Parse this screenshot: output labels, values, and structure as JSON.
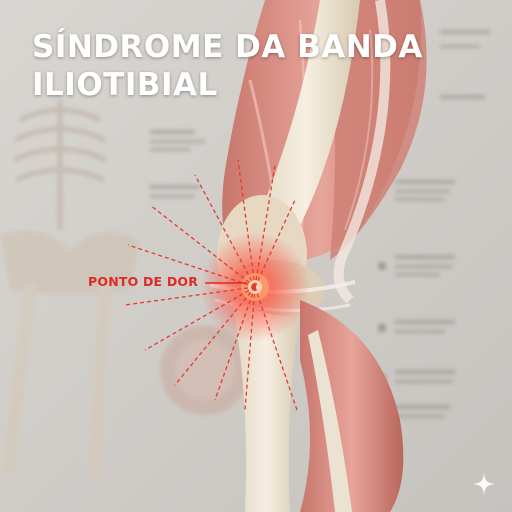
{
  "title": {
    "line1": "SÍNDROME DA BANDA",
    "line2": "ILIOTIBIAL"
  },
  "pain_point": {
    "label": "PONTO DE DOR",
    "color": "#e02a24"
  },
  "colors": {
    "background": "#cfccc8",
    "muscle": "#d98a80",
    "bone": "#efe6d6",
    "title_text": "#ffffff"
  },
  "icons": {
    "corner": "sparkle-icon"
  }
}
